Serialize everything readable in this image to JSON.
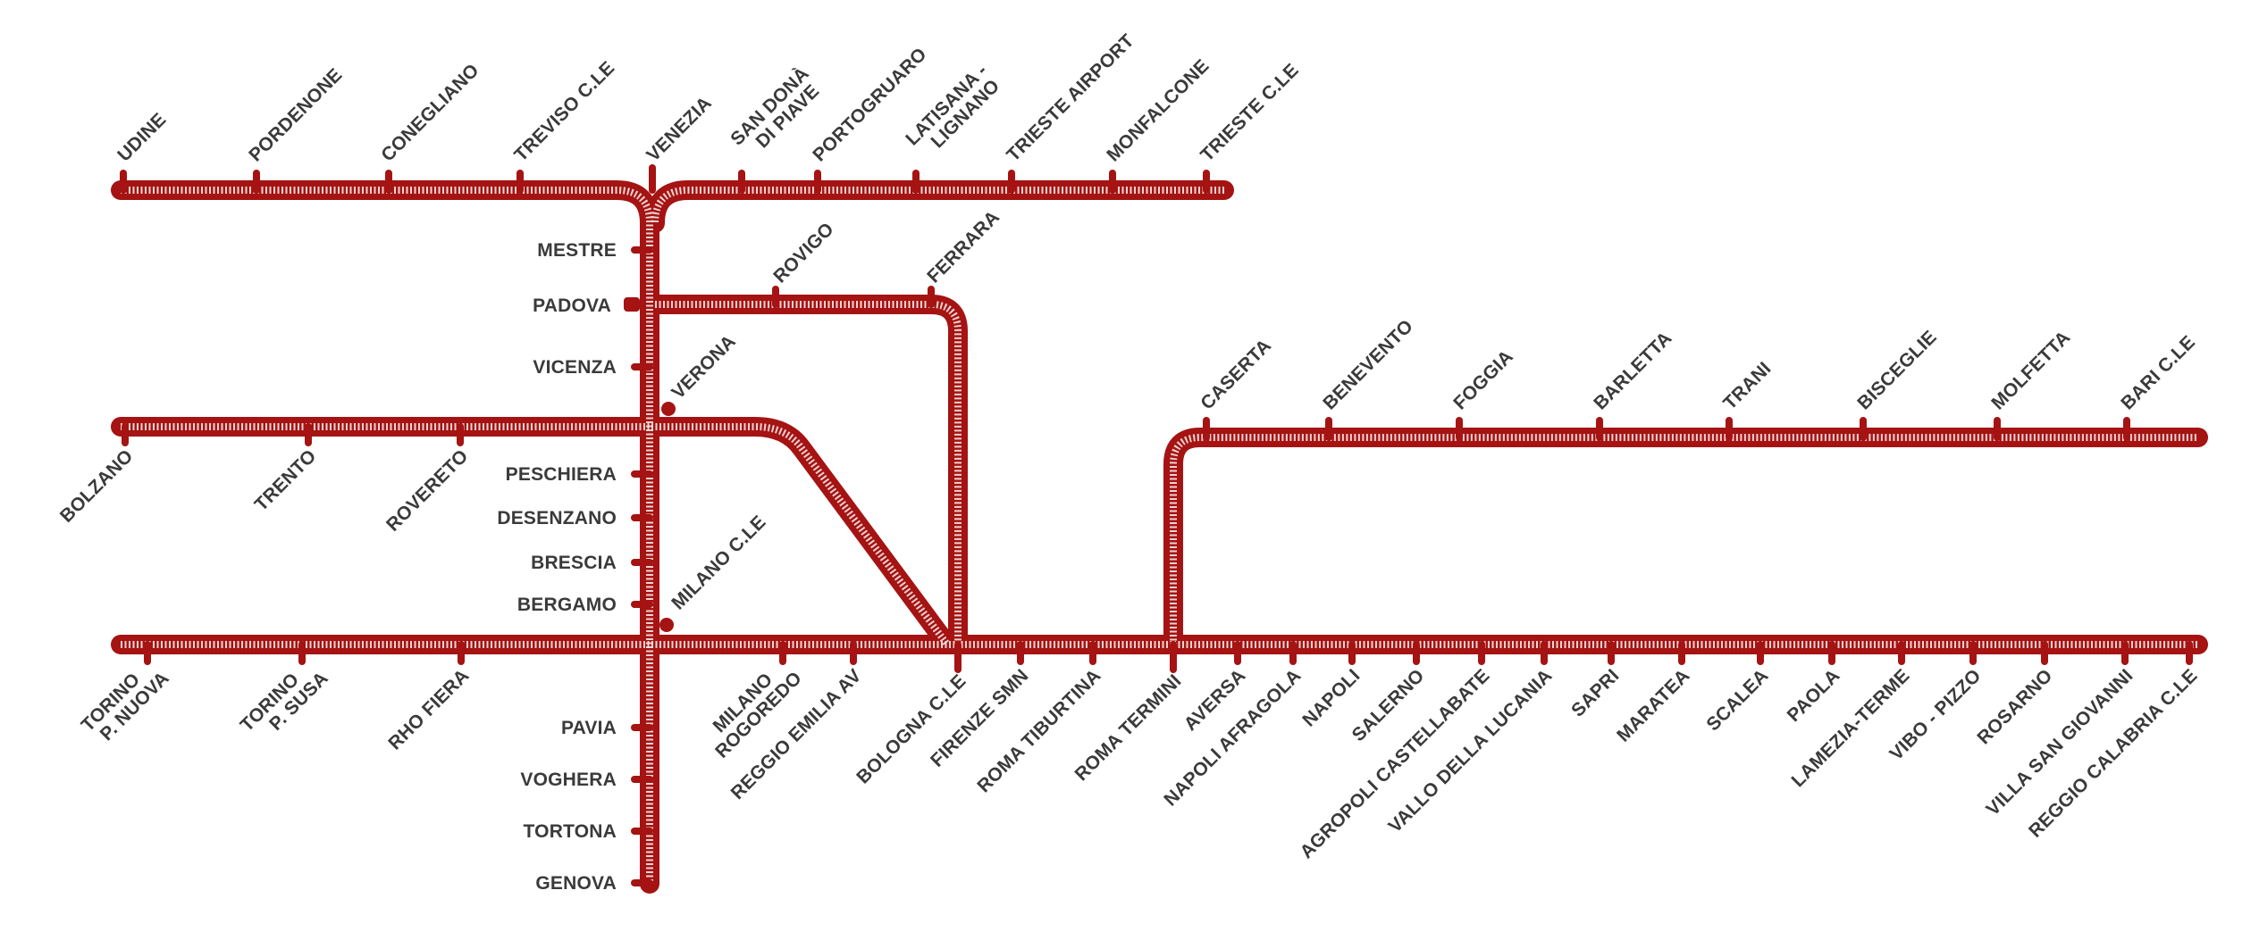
{
  "colors": {
    "line": "#a51313",
    "line_inner": "#f4e9e6",
    "label": "#3a3a3a",
    "background": "#ffffff"
  },
  "stations": {
    "udine": "UDINE",
    "pordenone": "PORDENONE",
    "conegliano": "CONEGLIANO",
    "treviso": "TREVISO C.LE",
    "venezia": "VENEZIA",
    "san_dona": [
      "SAN DONÀ",
      "DI PIAVE"
    ],
    "portogruaro": "PORTOGRUARO",
    "latisana": [
      "LATISANA -",
      "LIGNANO"
    ],
    "trieste_airport": "TRIESTE AIRPORT",
    "monfalcone": "MONFALCONE",
    "trieste": "TRIESTE C.LE",
    "mestre": "MESTRE",
    "padova": "PADOVA",
    "rovigo": "ROVIGO",
    "ferrara": "FERRARA",
    "vicenza": "VICENZA",
    "verona": "VERONA",
    "bolzano": "BOLZANO",
    "trento": "TRENTO",
    "rovereto": "ROVERETO",
    "peschiera": "PESCHIERA",
    "desenzano": "DESENZANO",
    "brescia": "BRESCIA",
    "bergamo": "BERGAMO",
    "milano": "MILANO C.LE",
    "torino_pn": [
      "TORINO",
      "P. NUOVA"
    ],
    "torino_ps": [
      "TORINO",
      "P. SUSA"
    ],
    "rho": "RHO FIERA",
    "pavia": "PAVIA",
    "voghera": "VOGHERA",
    "tortona": "TORTONA",
    "genova": "GENOVA",
    "milano_rogoredo": [
      "MILANO",
      "ROGOREDO"
    ],
    "reggio_emilia": "REGGIO EMILIA AV",
    "bologna": "BOLOGNA C.LE",
    "firenze": "FIRENZE SMN",
    "roma_tiburtina": "ROMA TIBURTINA",
    "roma_termini": "ROMA TERMINI",
    "aversa": "AVERSA",
    "napoli_afragola": "NAPOLI AFRAGOLA",
    "napoli": "NAPOLI",
    "salerno": "SALERNO",
    "agropoli": "AGROPOLI CASTELLABATE",
    "vallo": "VALLO DELLA LUCANIA",
    "sapri": "SAPRI",
    "maratea": "MARATEA",
    "scalea": "SCALEA",
    "paola": "PAOLA",
    "lamezia": "LAMEZIA-TERME",
    "vibo": "VIBO - PIZZO",
    "rosarno": "ROSARNO",
    "villa": "VILLA SAN GIOVANNI",
    "reggio_calabria": "REGGIO CALABRIA C.LE",
    "caserta": "CASERTA",
    "benevento": "BENEVENTO",
    "foggia": "FOGGIA",
    "barletta": "BARLETTA",
    "trani": "TRANI",
    "bisceglie": "BISCEGLIE",
    "molfetta": "MOLFETTA",
    "bari": "BARI C.LE"
  }
}
